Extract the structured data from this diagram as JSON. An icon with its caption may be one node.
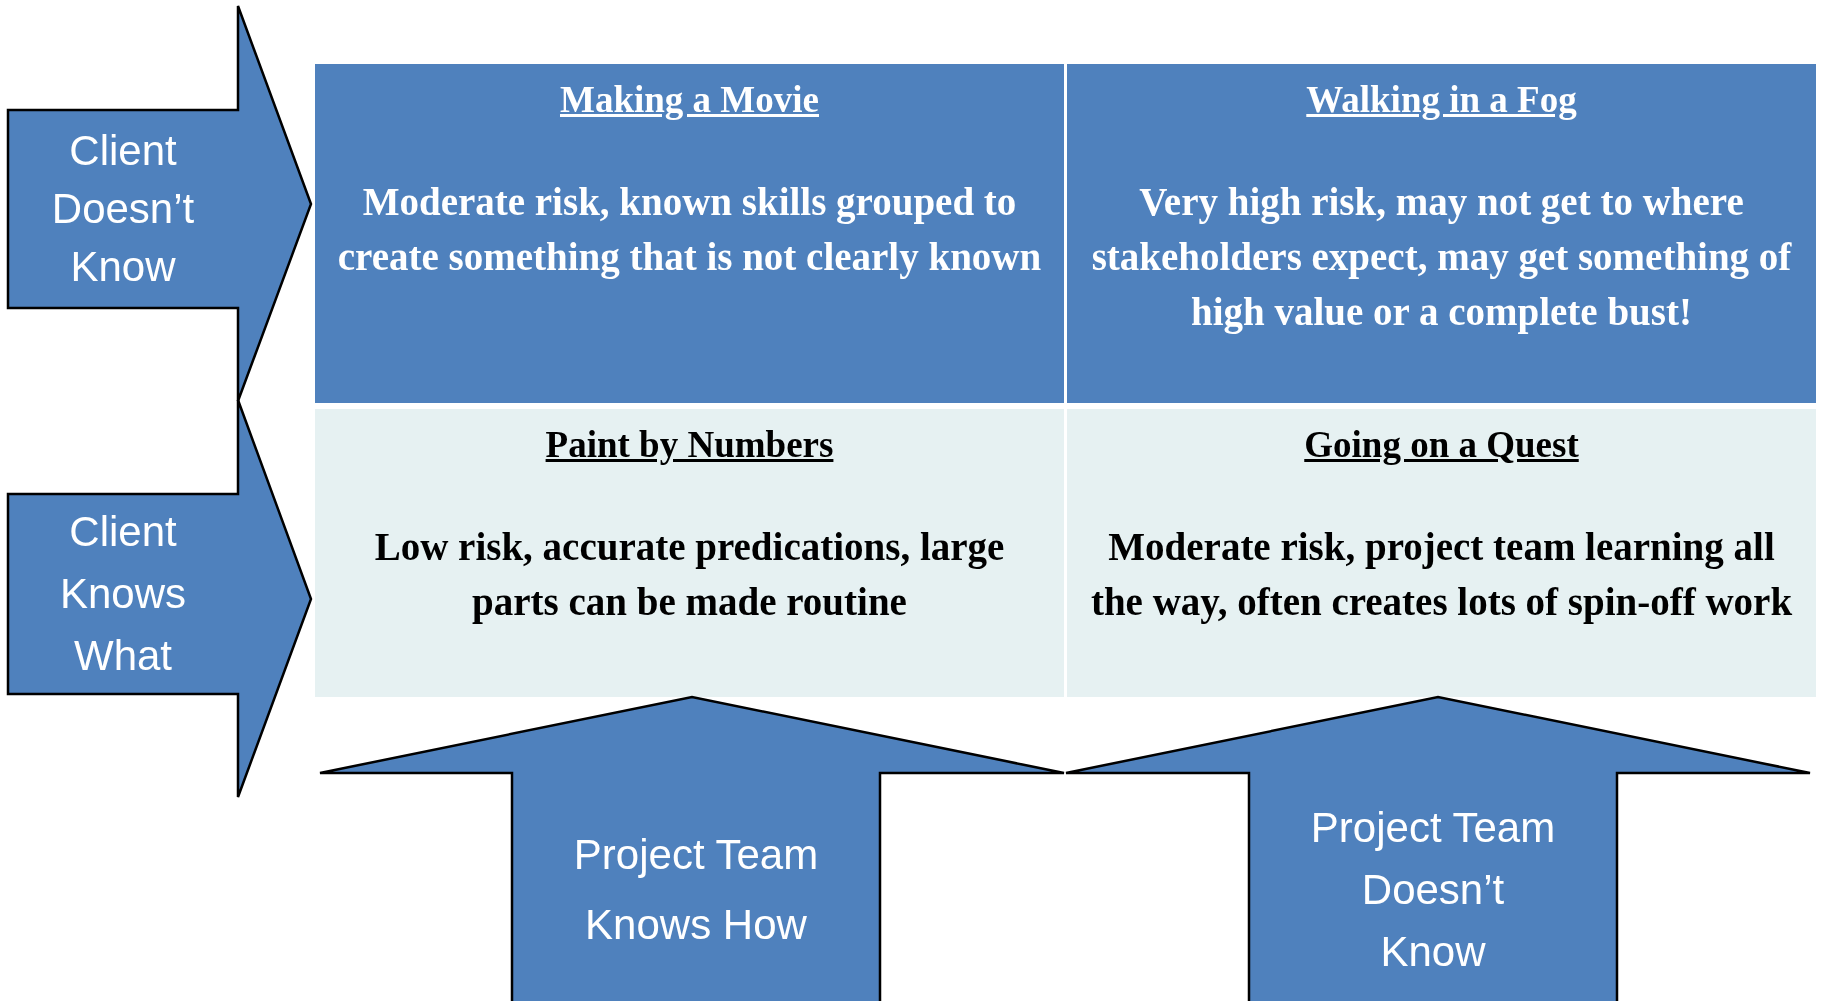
{
  "diagram": {
    "nodes": [
      {
        "text": [
          "Client Doesn’t Know"
        ]
      },
      {
        "text": [
          "Client Knows What"
        ]
      },
      {
        "text": [
          "Making a Movie",
          "Moderate risk, known skills grouped to create something that is not clearly known"
        ]
      },
      {
        "text": [
          "Walking in a Fog",
          "Very high risk, may not get to where stakeholders expect, may get something of high value or a complete bust!"
        ]
      },
      {
        "text": [
          "Paint by Numbers",
          "Low risk, accurate predications, large parts can be made routine"
        ]
      },
      {
        "text": [
          "Going on a Quest",
          "Moderate risk, project team learning all the way, often creates lots of spin-off work"
        ]
      },
      {
        "text": [
          "Project Team Knows How"
        ]
      },
      {
        "text": [
          "Project Team Doesn’t Know"
        ]
      }
    ]
  }
}
